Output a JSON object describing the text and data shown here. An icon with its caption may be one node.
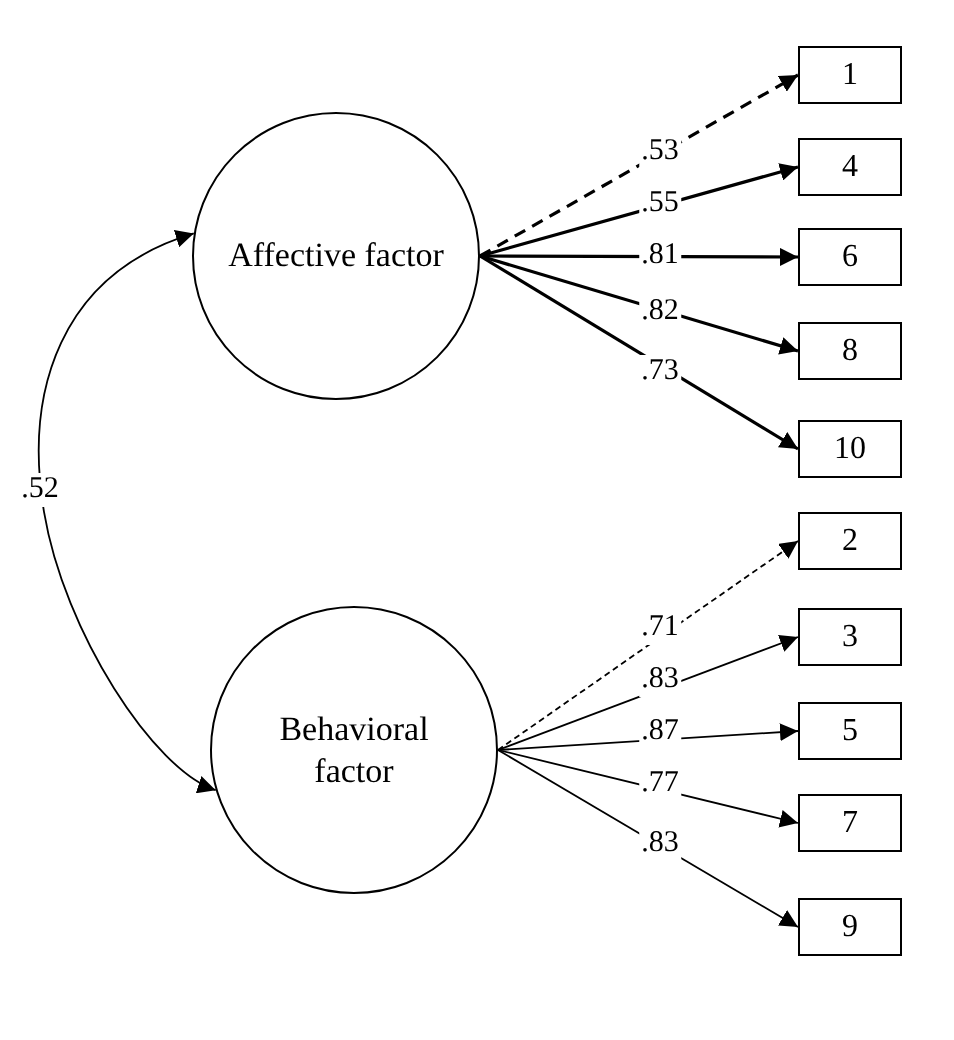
{
  "diagram": {
    "nodes": [
      {
        "text": [
          "Affective factor"
        ]
      },
      {
        "text": [
          "1"
        ]
      },
      {
        "text": [
          "4"
        ]
      },
      {
        "text": [
          "6"
        ]
      },
      {
        "text": [
          "8"
        ]
      },
      {
        "text": [
          "10"
        ]
      },
      {
        "text": [
          "Behavioral factor"
        ]
      },
      {
        "text": [
          "2"
        ]
      },
      {
        "text": [
          "3"
        ]
      },
      {
        "text": [
          "5"
        ]
      },
      {
        "text": [
          "7"
        ]
      },
      {
        "text": [
          "9"
        ]
      }
    ],
    "edges": [
      {
        "from": 0,
        "to": 1,
        "arrow": "to",
        "label": ".53",
        "style": "dashed"
      },
      {
        "from": 0,
        "to": 2,
        "arrow": "to",
        "label": ".55"
      },
      {
        "from": 0,
        "to": 3,
        "arrow": "to",
        "label": ".81"
      },
      {
        "from": 0,
        "to": 4,
        "arrow": "to",
        "label": ".82"
      },
      {
        "from": 0,
        "to": 5,
        "arrow": "to",
        "label": ".73"
      },
      {
        "from": 6,
        "to": 7,
        "arrow": "to",
        "label": ".71",
        "style": "dashed"
      },
      {
        "from": 6,
        "to": 8,
        "arrow": "to",
        "label": ".83"
      },
      {
        "from": 6,
        "to": 9,
        "arrow": "to",
        "label": ".87"
      },
      {
        "from": 6,
        "to": 10,
        "arrow": "to",
        "label": ".77"
      },
      {
        "from": 6,
        "to": 11,
        "arrow": "to",
        "label": ".83"
      },
      {
        "from": 0,
        "to": 6,
        "arrow": "both",
        "label": ".52"
      }
    ]
  }
}
